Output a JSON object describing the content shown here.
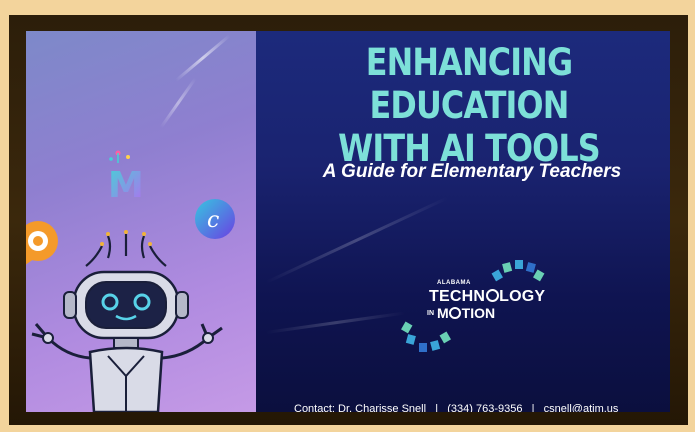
{
  "slide": {
    "title_line1": "ENHANCING EDUCATION",
    "title_line2": "WITH AI TOOLS",
    "subtitle": "A Guide for Elementary Teachers",
    "logo": {
      "state": "ALABAMA",
      "tech": "TECHN",
      "tech_end": "LOGY",
      "in": "IN",
      "motion": "M",
      "motion_end": "TION"
    },
    "contact": "Contact: Dr. Charisse Snell   |   (334) 763-9356   |   csnell@atim.us",
    "icons": {
      "m_letter": "M",
      "c_letter": "c"
    }
  },
  "colors": {
    "title": "#7de0d8",
    "background": "#1a2370",
    "left_panel": "#b08be0",
    "frame": "#3b280c"
  }
}
